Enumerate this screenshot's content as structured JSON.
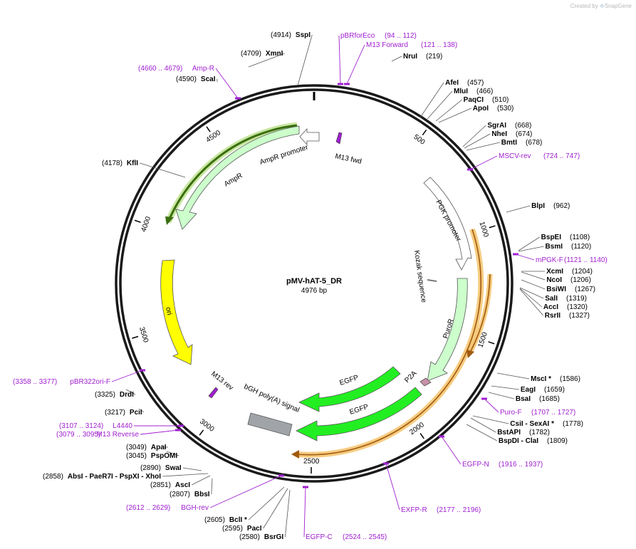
{
  "credit": {
    "prefix": "Created by",
    "brand": "SnapGene"
  },
  "plasmid": {
    "name": "pMV-hAT-5_DR",
    "size_label": "4976 bp",
    "length": 4976
  },
  "ticks": [
    "500",
    "1000",
    "1500",
    "2000",
    "2500",
    "3000",
    "3500",
    "4000",
    "4500"
  ],
  "enzymes": [
    {
      "name": "SspI",
      "pos": "(4914)"
    },
    {
      "name": "XmnI",
      "pos": "(4709)"
    },
    {
      "name": "ScaI",
      "pos": "(4590)"
    },
    {
      "name": "NruI",
      "pos": "(219)"
    },
    {
      "name": "AfeI",
      "pos": "(457)"
    },
    {
      "name": "MluI",
      "pos": "(466)"
    },
    {
      "name": "PaqCI",
      "pos": "(510)"
    },
    {
      "name": "ApoI",
      "pos": "(530)"
    },
    {
      "name": "SgrAI",
      "pos": "(668)"
    },
    {
      "name": "NheI",
      "pos": "(674)"
    },
    {
      "name": "BmtI",
      "pos": "(678)"
    },
    {
      "name": "KflI",
      "pos": "(4178)"
    },
    {
      "name": "BlpI",
      "pos": "(962)"
    },
    {
      "name": "BspEI",
      "pos": "(1108)"
    },
    {
      "name": "BsmI",
      "pos": "(1120)"
    },
    {
      "name": "XcmI",
      "pos": "(1204)"
    },
    {
      "name": "NcoI",
      "pos": "(1206)"
    },
    {
      "name": "BsiWI",
      "pos": "(1267)"
    },
    {
      "name": "SalI",
      "pos": "(1319)"
    },
    {
      "name": "AccI",
      "pos": "(1320)"
    },
    {
      "name": "RsrII",
      "pos": "(1327)"
    },
    {
      "name": "MscI *",
      "pos": "(1586)"
    },
    {
      "name": "EagI",
      "pos": "(1659)"
    },
    {
      "name": "BsaI",
      "pos": "(1685)"
    },
    {
      "name": "CsiI - SexAI *",
      "pos": "(1778)"
    },
    {
      "name": "BstAPI",
      "pos": "(1782)"
    },
    {
      "name": "BspDI - ClaI",
      "pos": "(1809)"
    },
    {
      "name": "DrdI",
      "pos": "(3325)"
    },
    {
      "name": "PciI",
      "pos": "(3217)"
    },
    {
      "name": "ApaI",
      "pos": "(3049)"
    },
    {
      "name": "PspOMI",
      "pos": "(3045)"
    },
    {
      "name": "SwaI",
      "pos": "(2890)"
    },
    {
      "name": "AbsI - PaeR7I - PspXI - XhoI",
      "pos": "(2858)"
    },
    {
      "name": "AscI",
      "pos": "(2851)"
    },
    {
      "name": "BbsI",
      "pos": "(2807)"
    },
    {
      "name": "BclI *",
      "pos": "(2605)"
    },
    {
      "name": "PacI",
      "pos": "(2595)"
    },
    {
      "name": "BsrGI",
      "pos": "(2580)"
    }
  ],
  "primers": [
    {
      "name": "pBRforEco",
      "range": "(94 .. 112)"
    },
    {
      "name": "M13 Forward",
      "range": "(121 .. 138)"
    },
    {
      "name": "Amp-R",
      "range": "(4660 .. 4679)"
    },
    {
      "name": "MSCV-rev",
      "range": "(724 .. 747)"
    },
    {
      "name": "mPGK-F",
      "range": "(1121 .. 1140)"
    },
    {
      "name": "Puro-F",
      "range": "(1707 .. 1727)"
    },
    {
      "name": "EGFP-N",
      "range": "(1916 .. 1937)"
    },
    {
      "name": "EXFP-R",
      "range": "(2177 .. 2196)"
    },
    {
      "name": "EGFP-C",
      "range": "(2524 .. 2545)"
    },
    {
      "name": "BGH-rev",
      "range": "(2612 .. 2629)"
    },
    {
      "name": "M13 Reverse",
      "range": "(3079 .. 3095)"
    },
    {
      "name": "L4440",
      "range": "(3107 .. 3124)"
    },
    {
      "name": "pBR322ori-F",
      "range": "(3358 .. 3377)"
    }
  ],
  "features": {
    "amp_promoter": "AmpR promoter",
    "ampr": "AmpR",
    "m13_fwd": "M13 fwd",
    "pgk": "PGK promoter",
    "kozak": "Kozak sequence",
    "puror": "PuroR",
    "p2a": "P2A",
    "egfp1": "EGFP",
    "egfp2": "EGFP",
    "ori": "ori",
    "m13_rev": "M13 rev",
    "bgh": "bGH poly(A) signal"
  },
  "colors": {
    "backbone": "#1a1a1a",
    "primer": "#a020d0",
    "promoter": "#ffffff",
    "cds_light": "#ccffcc",
    "cds_bright": "#22ee22",
    "ori": "#ffff00",
    "polyA": "#a0a4a8",
    "orange_glow": "#f5c36a",
    "green_glow": "#c8e6a0"
  }
}
